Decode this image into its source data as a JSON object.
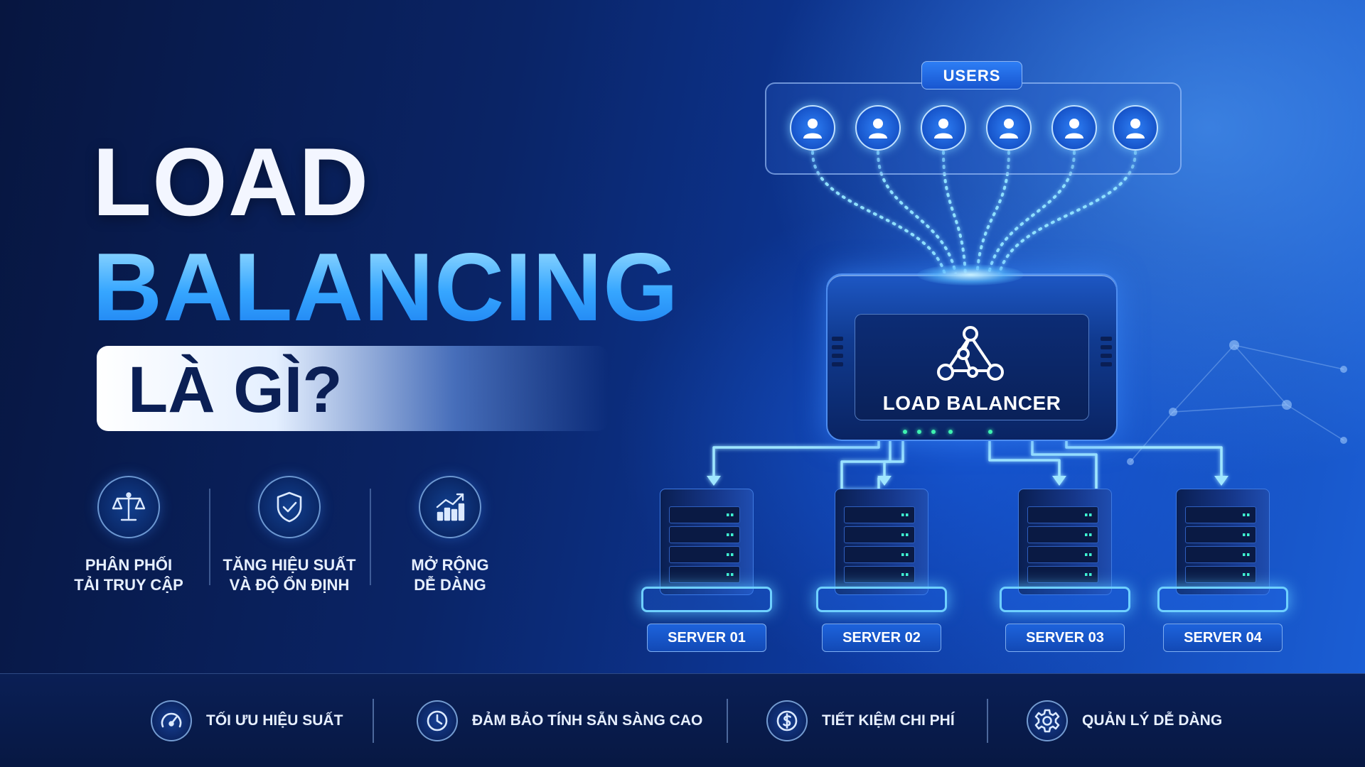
{
  "title": {
    "line1": "LOAD",
    "line2": "BALANCING",
    "subtitle": "LÀ GÌ?"
  },
  "features": [
    {
      "icon": "scale-icon",
      "line1": "PHÂN PHỐI",
      "line2": "TẢI TRUY CẬP"
    },
    {
      "icon": "shield-check-icon",
      "line1": "TĂNG HIỆU SUẤT",
      "line2": "VÀ ĐỘ ỔN ĐỊNH"
    },
    {
      "icon": "growth-chart-icon",
      "line1": "MỞ RỘNG",
      "line2": "DỄ DÀNG"
    }
  ],
  "diagram": {
    "users_label": "USERS",
    "user_count": 6,
    "load_balancer_label": "LOAD BALANCER",
    "servers": [
      "SERVER 01",
      "SERVER 02",
      "SERVER 03",
      "SERVER 04"
    ]
  },
  "benefits": [
    {
      "icon": "speedometer-icon",
      "label": "TỐI ƯU HIỆU SUẤT"
    },
    {
      "icon": "clock-icon",
      "label": "ĐẢM BẢO TÍNH SẴN SÀNG CAO"
    },
    {
      "icon": "dollar-icon",
      "label": "TIẾT KIỆM CHI PHÍ"
    },
    {
      "icon": "gear-icon",
      "label": "QUẢN LÝ DỄ DÀNG"
    }
  ],
  "colors": {
    "background": "#0a2466",
    "accent": "#36a6ff",
    "glow": "#6fd0ff",
    "led": "#3ff2b0"
  }
}
